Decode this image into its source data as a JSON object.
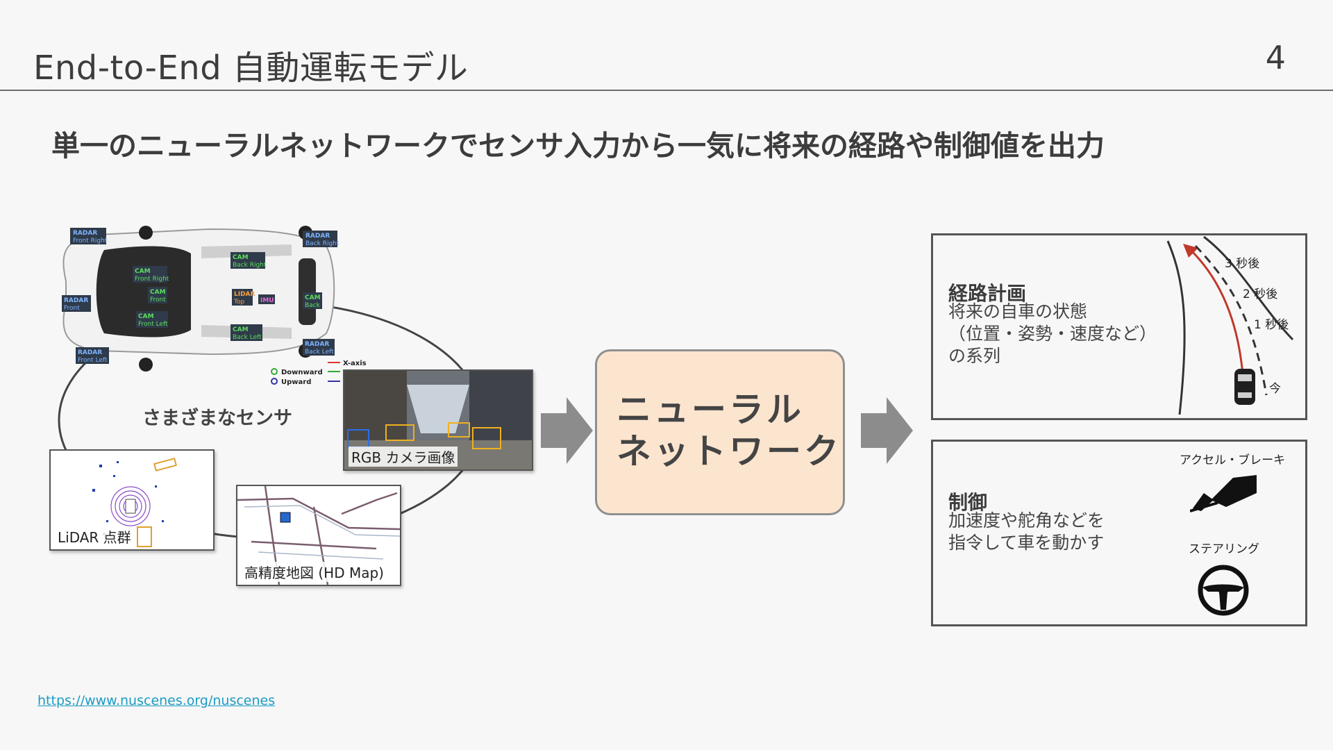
{
  "header": {
    "title": "End-to-End 自動運転モデル",
    "page_number": "4"
  },
  "subtitle": "単一のニューラルネットワークでセンサ入力から一気に将来の経路や制御値を出力",
  "inputs": {
    "group_label": "さまざまなセンサ",
    "camera_caption": "RGB カメラ画像",
    "lidar_caption": "LiDAR 点群",
    "map_caption": "高精度地図 (HD Map)",
    "vehicle_labels": {
      "radar_front_right": [
        "RADAR",
        "Front Right"
      ],
      "radar_back_right": [
        "RADAR",
        "Back Right"
      ],
      "cam_back_right": [
        "CAM",
        "Back Right"
      ],
      "cam_front_right": [
        "CAM",
        "Front Right"
      ],
      "cam_front": [
        "CAM",
        "Front"
      ],
      "radar_front": [
        "RADAR",
        "Front"
      ],
      "lidar_top": [
        "LIDAR",
        "Top"
      ],
      "imu": [
        "IMU",
        ""
      ],
      "cam_back": [
        "CAM",
        "Back"
      ],
      "cam_front_left": [
        "CAM",
        "Front Left"
      ],
      "cam_back_left": [
        "CAM",
        "Back Left"
      ],
      "radar_back_left": [
        "RADAR",
        "Back Left"
      ],
      "radar_front_left": [
        "RADAR",
        "Front Left"
      ]
    },
    "axis_legend": {
      "x_axis": "X-axis",
      "downward": "Downward",
      "upward": "Upward"
    }
  },
  "model": {
    "label": "ニューラル\nネットワーク"
  },
  "outputs": {
    "planning": {
      "title": "経路計画",
      "description": "将来の自車の状態\n（位置・姿勢・速度など）\nの系列",
      "time_labels": [
        "3 秒後",
        "2 秒後",
        "1 秒後",
        "今"
      ]
    },
    "control": {
      "title": "制御",
      "description": "加速度や舵角などを\n指令して車を動かす",
      "pedal_label": "アクセル・ブレーキ",
      "steering_label": "ステアリング"
    }
  },
  "footer": {
    "link": "https://www.nuscenes.org/nuscenes"
  },
  "colors": {
    "nn_fill": "#fce5cf",
    "arrow": "#8c8c8c",
    "trajectory": "#c0392b",
    "link": "#1a9bc4"
  }
}
